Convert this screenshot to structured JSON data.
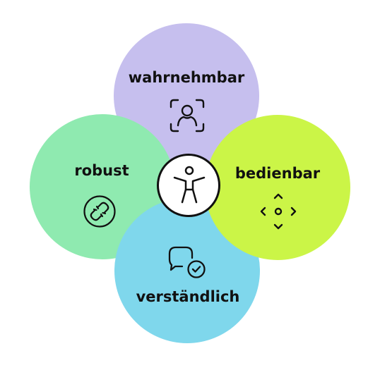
{
  "principles": {
    "top": {
      "label": "wahrnehmbar",
      "icon": "face-scan-icon",
      "color": "#c6bfee"
    },
    "left": {
      "label": "robust",
      "icon": "broken-link-icon",
      "color": "#8feab0"
    },
    "right": {
      "label": "bedienbar",
      "icon": "directional-pad-icon",
      "color": "#cbf547"
    },
    "bottom": {
      "label": "verständlich",
      "icon": "chat-check-icon",
      "color": "#7fd7ec"
    }
  },
  "center": {
    "icon": "accessibility-person-icon"
  }
}
